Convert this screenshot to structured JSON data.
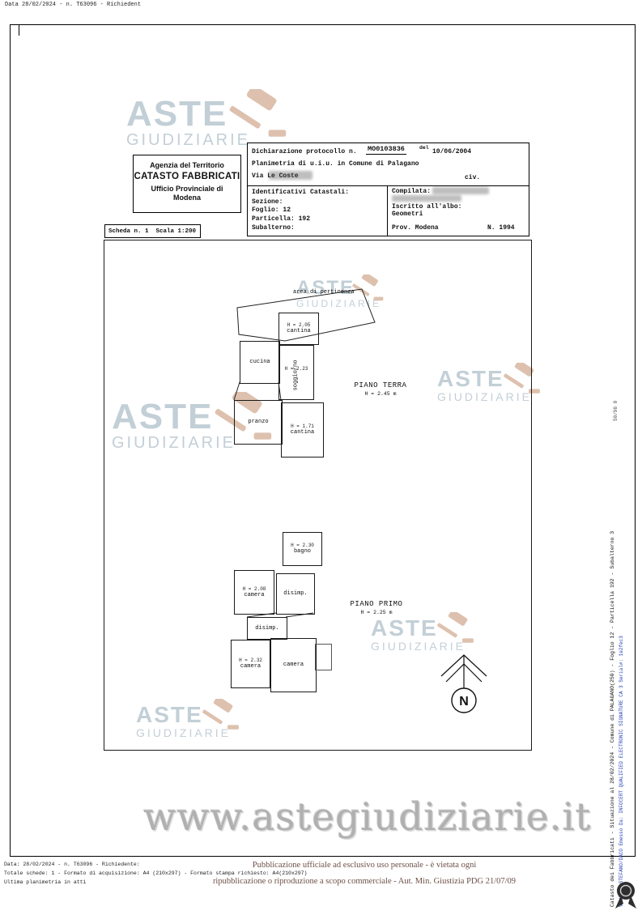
{
  "meta": {
    "corner_note": "Data 28/02/2024 - n. T63096 - Richiedent"
  },
  "watermark": {
    "line1": "ASTE",
    "line2": "GIUDIZIARIE"
  },
  "header": {
    "agency": {
      "line1": "Agenzia del Territorio",
      "line2": "CATASTO FABBRICATI",
      "line3": "Ufficio Provinciale di",
      "line4": "Modena"
    },
    "protocol": {
      "declaration_label": "Dichiarazione protocollo n.",
      "protocol_number": "MO0103836",
      "del_label": "del",
      "date": "10/06/2004",
      "planimetria": "Planimetria di u.i.u. in Comune di Palagano",
      "address": "Via Le Coste",
      "civ": "civ.",
      "identificativi": "Identificativi Catastali:",
      "sezione": "Sezione:",
      "foglio": "Foglio: 12",
      "particella": "Particella: 192",
      "subalterno": "Subalterno:",
      "compilata": "Compilata:",
      "iscritto": "Iscritto all'albo:",
      "albo": "Geometri",
      "prov": "Prov. Modena",
      "num": "N. 1994"
    },
    "scheda": {
      "scheda_label": "Scheda n. 1",
      "scala_label": "Scala 1:200"
    }
  },
  "plan": {
    "ground_floor": {
      "name": "PIANO TERRA",
      "height": "H = 2.45 m",
      "area_label": "area di pertinenza",
      "rooms": [
        {
          "label": "cantina",
          "h": "H = 2.05"
        },
        {
          "label": "cucina"
        },
        {
          "label": "soggiorno",
          "h": "H = 2.23"
        },
        {
          "label": "pranzo"
        },
        {
          "label": "cantina",
          "h": "H = 1.71"
        }
      ]
    },
    "first_floor": {
      "name": "PIANO PRIMO",
      "height": "H = 2.25 m",
      "rooms": [
        {
          "label": "bagno",
          "h": "H = 2.30"
        },
        {
          "label": "camera",
          "h": "H = 2.08"
        },
        {
          "label": "disimp."
        },
        {
          "label": "disimp."
        },
        {
          "label": "camera",
          "h": "H = 2.32"
        },
        {
          "label": "camera"
        }
      ]
    },
    "north_label": "N"
  },
  "footer": {
    "big_watermark": "www.astegiudiziarie.it",
    "left_lines": [
      "Data: 28/02/2024 - n. T63096 - Richiedente:",
      "Totale schede: 1 - Formato di acquisizione: A4 (210x297) - Formato stampa richiesto: A4(210x297)",
      "Ultima planimetria in atti"
    ],
    "center_lines": [
      "Pubblicazione ufficiale ad esclusivo uso personale - è vietata ogni",
      "ripubblicazione o riproduzione a scopo commerciale - Aut. Min. Giustizia PDG 21/07/09"
    ]
  },
  "side": {
    "right_black": "Catasto dei Fabbricati - Situazione al 28/02/2024 - Comune di PALAGANO(250) - Foglio 12 - Particella 192 - Subalterno 3",
    "right_blue": "VIVALDI STEFANO/DACO Emesso Da: INFOCERT QUALIFIED ELECTRONIC SIGNATURE CA 3 Serial#: 1e2fec3",
    "mid_right": "50/96 0"
  }
}
